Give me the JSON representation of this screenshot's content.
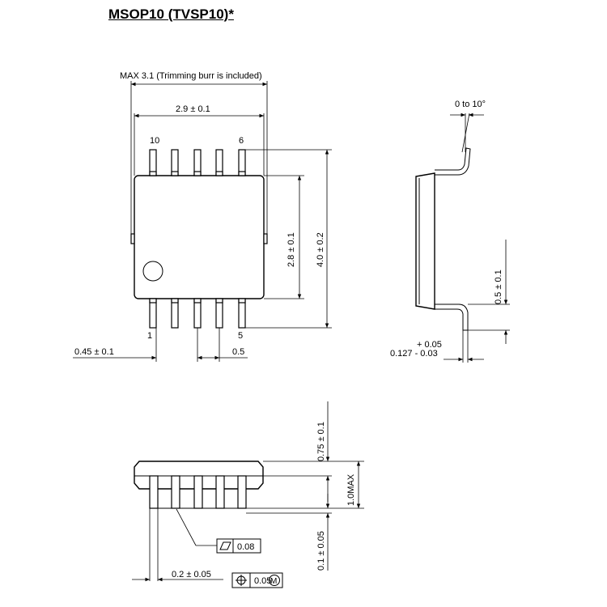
{
  "title": "MSOP10 (TVSP10)*",
  "top_view": {
    "max_width_label": "MAX 3.1 (Trimming burr is included)",
    "body_width_label": "2.9 ± 0.1",
    "body_length_label": "2.8 ± 0.1",
    "overall_length_label": "4.0 ± 0.2",
    "pin_labels": {
      "pin10": "10",
      "pin6": "6",
      "pin1": "1",
      "pin5": "5"
    },
    "pin_offset_label": "0.45 ± 0.1",
    "pitch_label": "0.5"
  },
  "side_view": {
    "angle_label": "0 to 10°",
    "foot_length_label": "0.5 ± 0.1",
    "lead_thickness_plus": "+ 0.05",
    "lead_thickness_minus": "0.127 - 0.03"
  },
  "front_view": {
    "body_height_label": "0.75 ± 0.1",
    "max_height_label": "1.0MAX",
    "standoff_label": "0.1 ± 0.05",
    "lead_width_label": "0.2 ± 0.05",
    "coplanarity_value": "0.08",
    "position_tolerance_value": "0.05",
    "mmc_symbol": "M"
  }
}
